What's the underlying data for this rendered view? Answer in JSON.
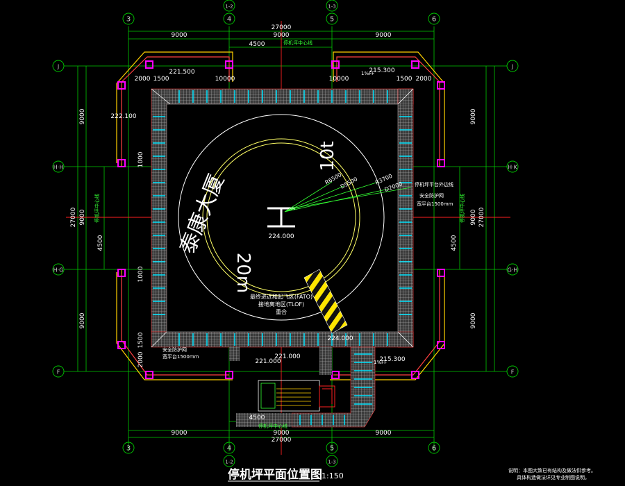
{
  "drawing": {
    "title": "停机坪平面位置图",
    "scale": "1:150",
    "colors": {
      "background": "#000000",
      "grid": "#00cc00",
      "axis_red": "#ff2020",
      "dimension": "#ffffff",
      "pad": "#c8c8c8",
      "safety_net": "#cfcfcf",
      "rail": "#ffd000",
      "tread": "#00e5ff",
      "column": "#ff00ff",
      "circle": "#ffff66",
      "green_text": "#33ff33"
    },
    "axes": {
      "top": [
        {
          "label": "3"
        },
        {
          "label": "4"
        },
        {
          "label": "5"
        },
        {
          "label": "6"
        }
      ],
      "top_sub": [
        {
          "label": "1-2"
        },
        {
          "label": "1-3"
        }
      ],
      "left": [
        {
          "label": "J"
        },
        {
          "label": "H·H"
        },
        {
          "label": "H·G"
        },
        {
          "label": "F"
        }
      ],
      "right": [
        {
          "label": "J"
        },
        {
          "label": "H·K"
        },
        {
          "label": "G·H"
        },
        {
          "label": "F"
        }
      ]
    },
    "dimensions": {
      "overall_top": "27000",
      "bays_top": [
        "9000",
        "9000",
        "9000"
      ],
      "offset_top": "4500",
      "overall_bottom": "27000",
      "bays_bottom": [
        "9000",
        "9000",
        "9000"
      ],
      "offset_bottom": "4500",
      "left_overall": "27000",
      "left_bays": [
        "9000",
        "9000",
        "9000"
      ],
      "left_offset": "4500",
      "right_overall": "27000",
      "right_bays": [
        "9000",
        "9000",
        "9000"
      ],
      "right_offset": "4500",
      "top_left_parts": [
        "2000",
        "1500",
        "10000"
      ],
      "top_right_parts": [
        "10000",
        "1500",
        "2000"
      ],
      "left_parts": [
        "1000",
        "1000",
        "1500",
        "2000"
      ]
    },
    "elevations": {
      "e1": "221.500",
      "e2": "215.300",
      "e3": "222.100",
      "e4": "224.000",
      "e5": "224.000",
      "e6": "221.000",
      "e7": "221.000",
      "e8": "215.300"
    },
    "pad": {
      "brand_text": "泰康大厦",
      "weight_mark": "10t",
      "size_mark": "20m",
      "center_mark": "H",
      "zone_label_1": "最终进近和起飞区(FATO)",
      "zone_label_2": "接地离地区(TLOF)",
      "zone_label_3": "重合",
      "radius_labels": [
        "R6500",
        "D5500",
        "R3700",
        "D2000"
      ],
      "right_note_1": "停机坪平台外边线",
      "right_note_2": "安全防护网",
      "right_note_3": "宽平台1500mm",
      "left_note_1": "安全防护网",
      "left_note_2": "宽平台1500mm",
      "slope_1": "1%FF",
      "slope_2": "1%FF"
    },
    "green_labels": {
      "top_center": "停机坪中心线",
      "bottom_center": "停机坪中心线",
      "left_center": "停机坪中心线",
      "right_center": "停机坪中心线"
    },
    "footnote": {
      "line1": "说明：本图大致已有结构及做法供参考。",
      "line2": "具体构造做法详见专业制图说明。"
    }
  }
}
